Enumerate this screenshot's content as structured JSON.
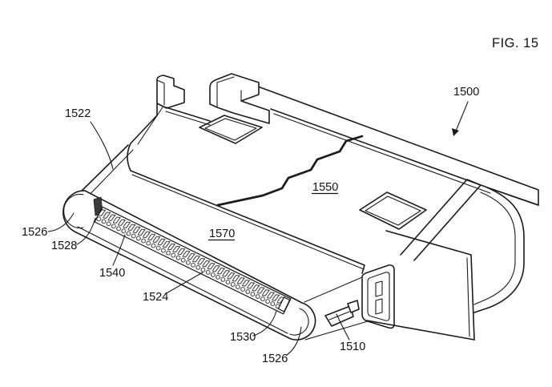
{
  "colors": {
    "background": "#ffffff",
    "line": "#1b1b1b",
    "text": "#111111"
  },
  "figure": {
    "caption": "FIG. 15",
    "underlined_reference_numerals": [
      "1550",
      "1570"
    ],
    "refs": {
      "fig15": "FIG. 15",
      "r1500": "1500",
      "r1522": "1522",
      "r1526_left": "1526",
      "r1528": "1528",
      "r1540": "1540",
      "r1524": "1524",
      "r1530": "1530",
      "r1526_bottom": "1526",
      "r1510": "1510",
      "r1550": "1550",
      "r1570": "1570"
    }
  }
}
